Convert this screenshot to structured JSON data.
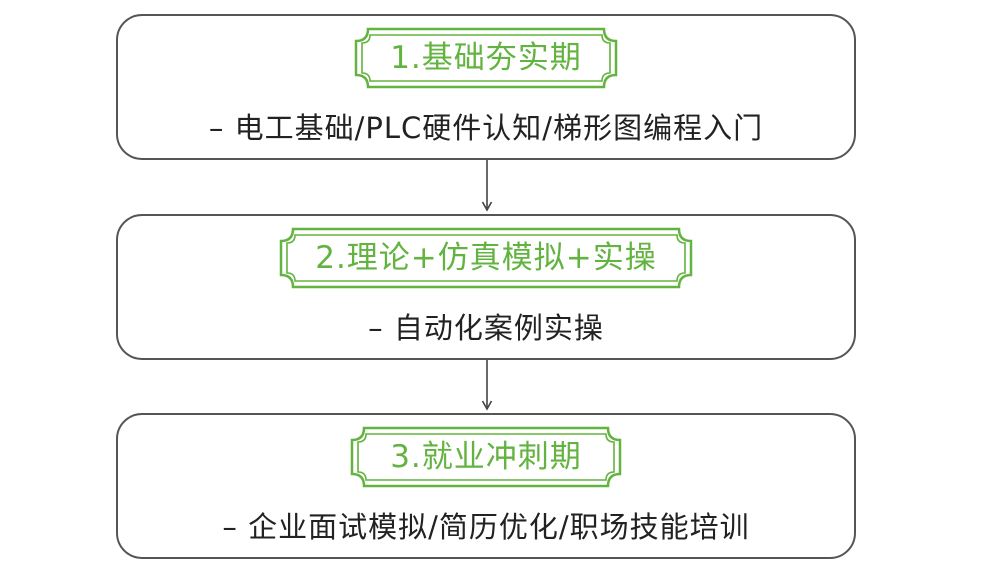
{
  "stages": [
    {
      "title": "1.基础夯实期",
      "desc": "– 电工基础/PLC硬件认知/梯形图编程入门"
    },
    {
      "title": "2.理论+仿真模拟+实操",
      "desc": "– 自动化案例实操"
    },
    {
      "title": "3.就业冲刺期",
      "desc": "– 企业面试模拟/简历优化/职场技能培训"
    }
  ],
  "colors": {
    "accent": "#62b33f",
    "border": "#555555",
    "text": "#222222",
    "arrow": "#444444"
  }
}
